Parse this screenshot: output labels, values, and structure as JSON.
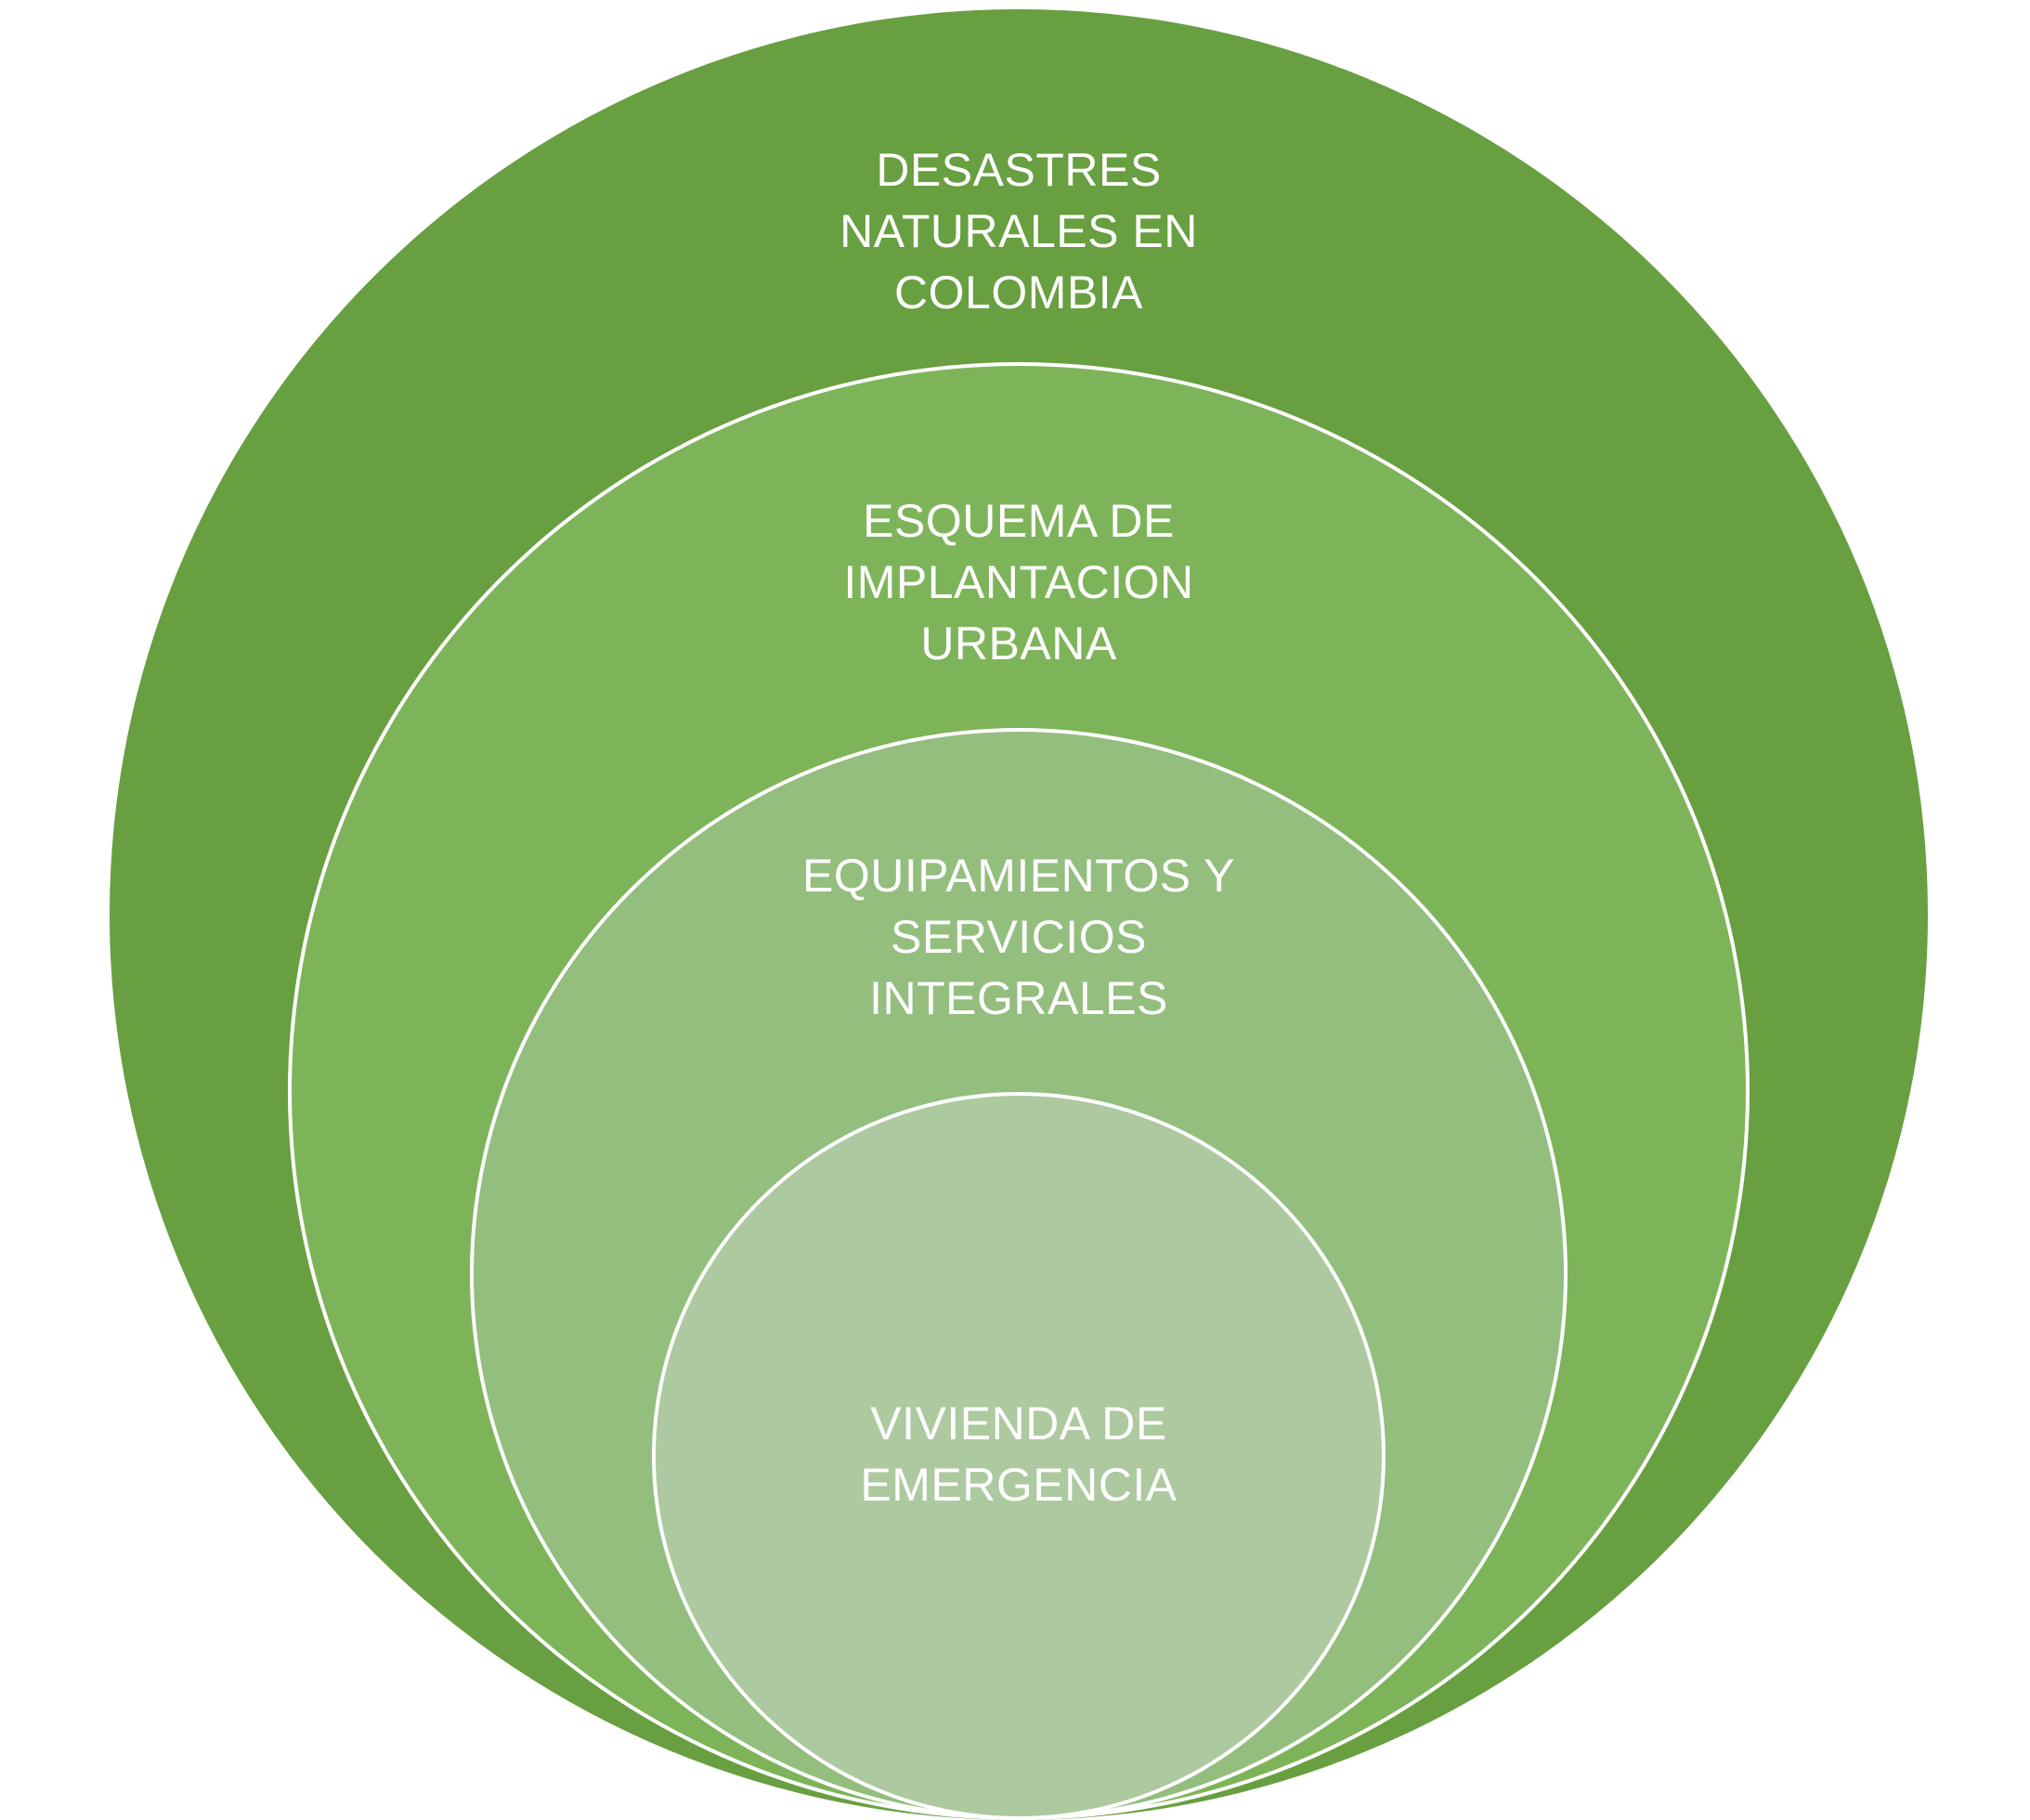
{
  "diagram": {
    "rings": [
      {
        "id": "outer",
        "lines": [
          "DESASTRES",
          "NATURALES EN",
          "COLOMBIA"
        ],
        "fill": "#689F41"
      },
      {
        "id": "second",
        "lines": [
          "ESQUEMA DE",
          "IMPLANTACION",
          "URBANA"
        ],
        "fill": "#7EB459"
      },
      {
        "id": "third",
        "lines": [
          "EQUIPAMIENTOS Y",
          "SERVICIOS",
          "INTEGRALES"
        ],
        "fill": "#93BE7E"
      },
      {
        "id": "inner",
        "lines": [
          "VIVIENDA DE",
          "EMERGENCIA"
        ],
        "fill": "#ADC99F"
      }
    ],
    "border_color": "#ffffff"
  }
}
